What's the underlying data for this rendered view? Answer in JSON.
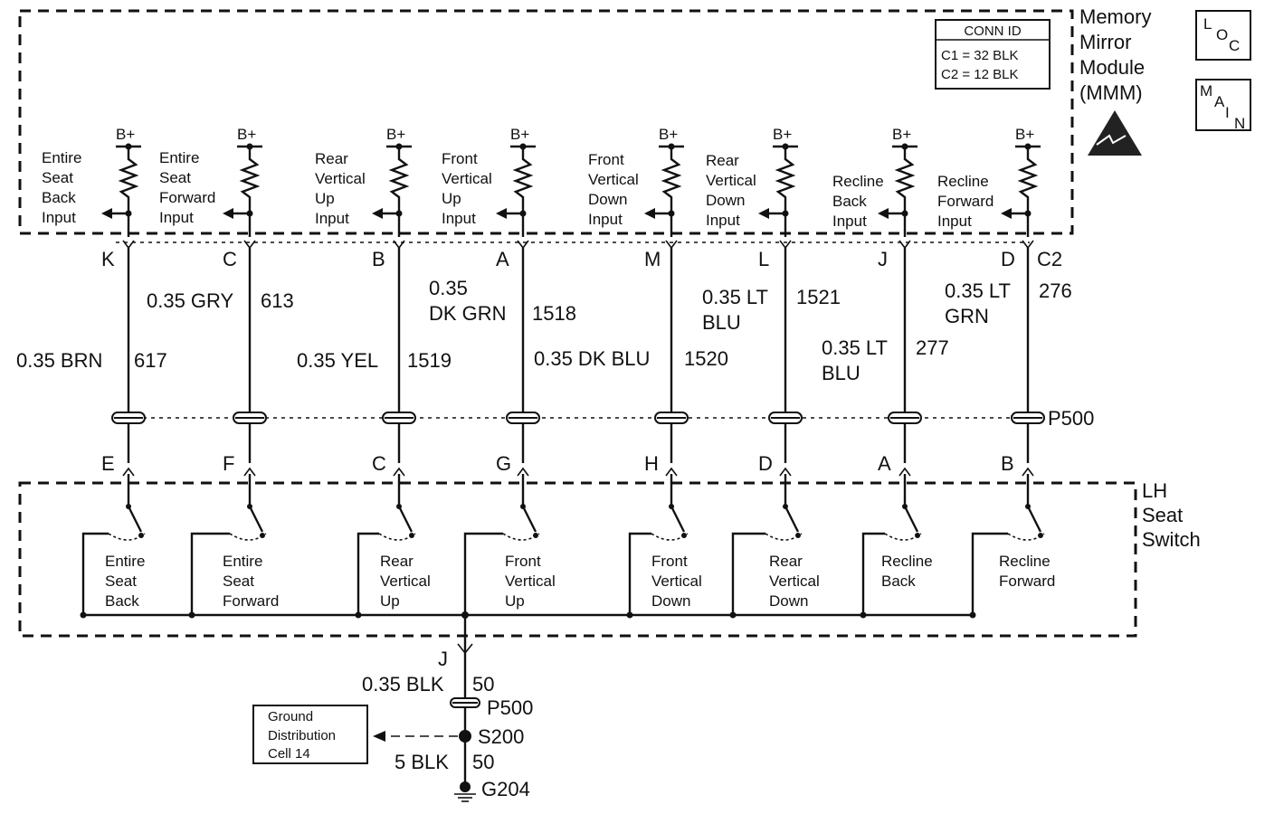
{
  "module": {
    "title_lines": [
      "Memory",
      "Mirror",
      "Module",
      "(MMM)"
    ],
    "conn_id": {
      "header": "CONN ID",
      "lines": [
        "C1 = 32 BLK",
        "C2 = 12 BLK"
      ],
      "connector": "C2"
    },
    "power": "B+",
    "inputs": [
      {
        "label": [
          "Entire",
          "Seat",
          "Back",
          "Input"
        ],
        "pin": "K"
      },
      {
        "label": [
          "Entire",
          "Seat",
          "Forward",
          "Input"
        ],
        "pin": "C"
      },
      {
        "label": [
          "Rear",
          "Vertical",
          "Up",
          "Input"
        ],
        "pin": "B"
      },
      {
        "label": [
          "Front",
          "Vertical",
          "Up",
          "Input"
        ],
        "pin": "A"
      },
      {
        "label": [
          "Front",
          "Vertical",
          "Down",
          "Input"
        ],
        "pin": "M"
      },
      {
        "label": [
          "Rear",
          "Vertical",
          "Down",
          "Input"
        ],
        "pin": "L"
      },
      {
        "label": [
          "Recline",
          "Back",
          "Input"
        ],
        "pin": "J"
      },
      {
        "label": [
          "Recline",
          "Forward",
          "Input"
        ],
        "pin": "D"
      }
    ]
  },
  "icons": {
    "loc": {
      "L": "L",
      "O": "O",
      "C": "C"
    },
    "main": {
      "M": "M",
      "A": "A",
      "I": "I",
      "N": "N"
    }
  },
  "wires": [
    {
      "gauge_lines": [
        "0.35 BRN"
      ],
      "circuit": "617"
    },
    {
      "gauge_lines": [
        "0.35 GRY"
      ],
      "circuit": "613"
    },
    {
      "gauge_lines": [
        "0.35 YEL"
      ],
      "circuit": "1519"
    },
    {
      "gauge_lines": [
        "0.35",
        "DK GRN"
      ],
      "circuit": "1518"
    },
    {
      "gauge_lines": [
        "0.35 DK BLU"
      ],
      "circuit": "1520"
    },
    {
      "gauge_lines": [
        "0.35 LT",
        "BLU"
      ],
      "circuit": "1521"
    },
    {
      "gauge_lines": [
        "0.35 LT",
        "BLU"
      ],
      "circuit": "277"
    },
    {
      "gauge_lines": [
        "0.35 LT",
        "GRN"
      ],
      "circuit": "276"
    }
  ],
  "connector_p500": "P500",
  "switch": {
    "title_lines": [
      "LH",
      "Seat",
      "Switch"
    ],
    "pins": [
      "E",
      "F",
      "C",
      "G",
      "H",
      "D",
      "A",
      "B"
    ],
    "labels": [
      [
        "Entire",
        "Seat",
        "Back"
      ],
      [
        "Entire",
        "Seat",
        "Forward"
      ],
      [
        "Rear",
        "Vertical",
        "Up"
      ],
      [
        "Front",
        "Vertical",
        "Up"
      ],
      [
        "Front",
        "Vertical",
        "Down"
      ],
      [
        "Rear",
        "Vertical",
        "Down"
      ],
      [
        "Recline",
        "Back"
      ],
      [
        "Recline",
        "Forward"
      ]
    ]
  },
  "ground": {
    "pin": "J",
    "wire1_gauge": "0.35 BLK",
    "wire1_circuit": "50",
    "connector": "P500",
    "splice": "S200",
    "wire2_gauge": "5 BLK",
    "wire2_circuit": "50",
    "ground_point": "G204",
    "ref_box": [
      "Ground",
      "Distribution",
      "Cell 14"
    ]
  }
}
